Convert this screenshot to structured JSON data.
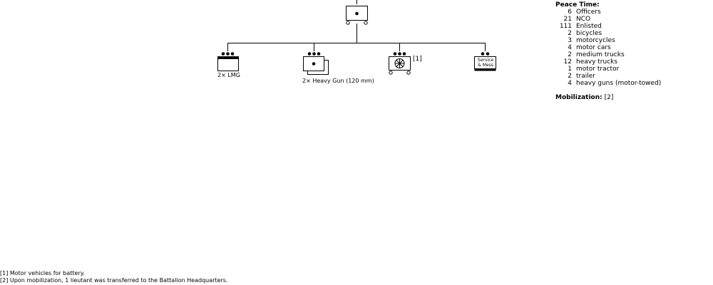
{
  "peace_time": {
    "title": "Peace Time:",
    "rows": [
      {
        "count": "6",
        "label": "Officers"
      },
      {
        "count": "21",
        "label": "NCO"
      },
      {
        "count": "111",
        "label": "Enlisted"
      },
      {
        "count": "2",
        "label": "bicycles"
      },
      {
        "count": "3",
        "label": "motorcycles"
      },
      {
        "count": "4",
        "label": "motor cars"
      },
      {
        "count": "2",
        "label": "medium trucks"
      },
      {
        "count": "12",
        "label": "heavy trucks"
      },
      {
        "count": "1",
        "label": "motor tractor"
      },
      {
        "count": "2",
        "label": "trailer"
      },
      {
        "count": "4",
        "label": "heavy guns (motor-towed)"
      }
    ]
  },
  "mobilization": {
    "title": "Mobilization:",
    "ref": "[2]"
  },
  "units": {
    "lmg_label": "2× LMG",
    "heavy_gun_label": "2× Heavy Gun (120 mm)",
    "motor_ref": "[1]",
    "service_line1": "Service",
    "service_line2": "& Mess"
  },
  "footnotes": {
    "note1": "[1] Motor vehicles for battery.",
    "note2": "[2] Upon mobilization, 1 lieutant was transferred to the Battalion Headquarters."
  }
}
